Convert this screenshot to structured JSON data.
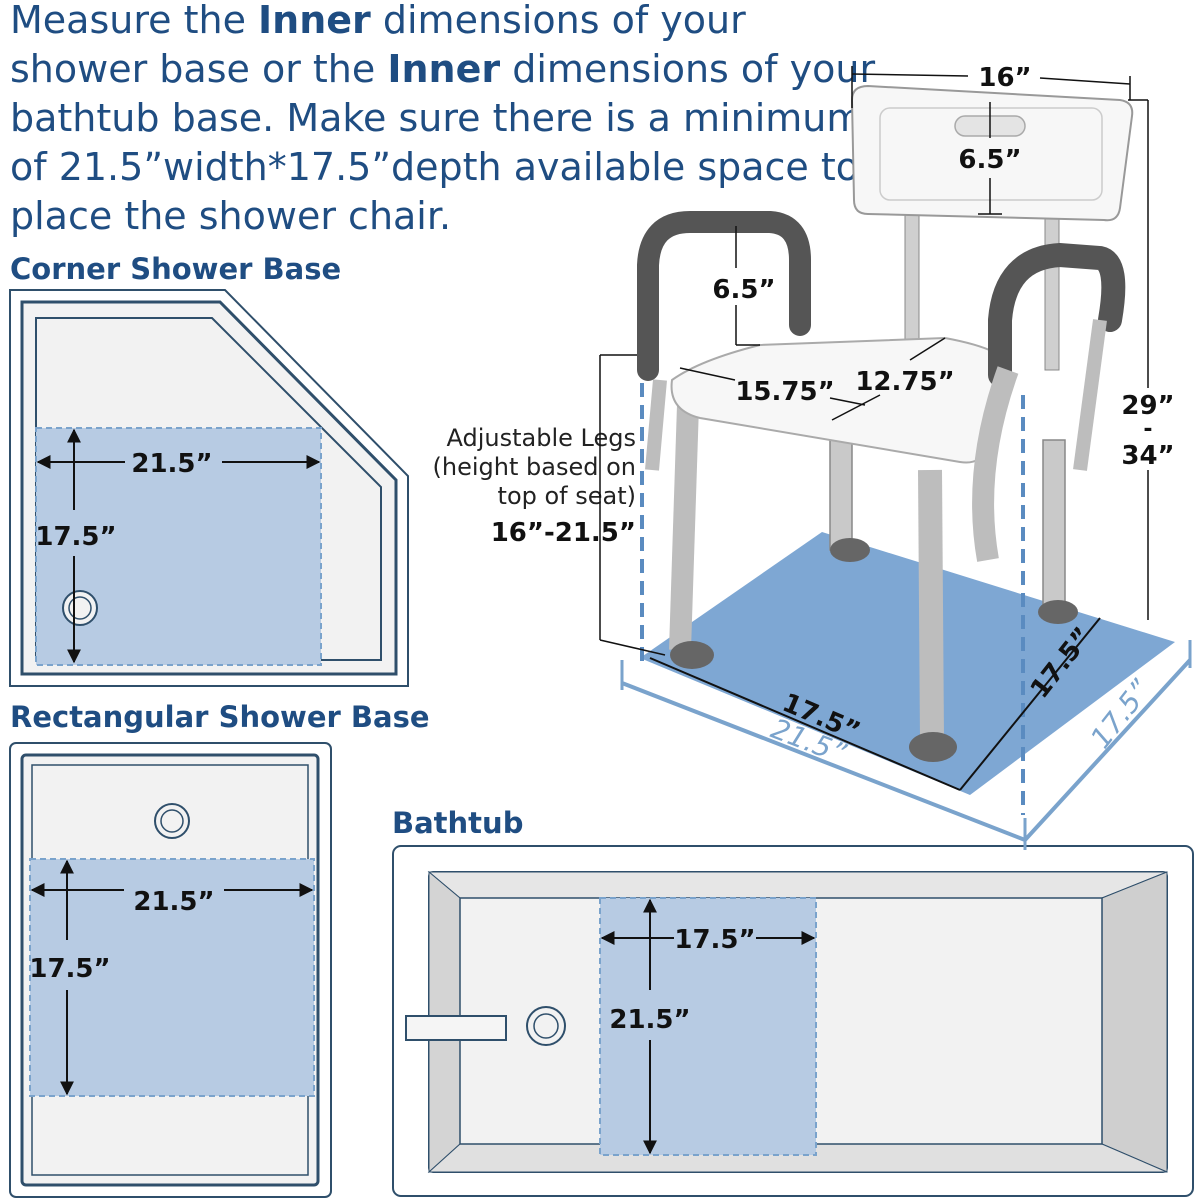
{
  "intro": {
    "part1": "Measure the ",
    "bold1": "Inner",
    "part2": " dimensions of your shower base or the ",
    "bold2": "Inner",
    "part3": " dimensions of your bathtub base. Make sure there is a minimum of 21.5”width*17.5”depth available space to place the shower chair."
  },
  "headings": {
    "corner": "Corner Shower Base",
    "rectangular": "Rectangular Shower Base",
    "bathtub": "Bathtub"
  },
  "corner_base": {
    "width": "21.5”",
    "depth": "17.5”"
  },
  "rect_base": {
    "width": "21.5”",
    "depth": "17.5”"
  },
  "bathtub": {
    "width": "17.5”",
    "depth": "21.5”"
  },
  "chair": {
    "back_width": "16”",
    "back_height": "6.5”",
    "arm_height": "6.5”",
    "seat_width": "15.75”",
    "seat_depth": "12.75”",
    "total_height_min": "29”",
    "total_height_dash": "-",
    "total_height_max": "34”",
    "leg_width": "17.5”",
    "leg_depth": "17.5”",
    "floor_width": "21.5”",
    "floor_depth": "17.5”"
  },
  "legs_note": {
    "line1": "Adjustable Legs",
    "line2": "(height based on",
    "line3": "top of seat)",
    "range": "16”-21.5”"
  },
  "colors": {
    "title_blue": "#1f4d82",
    "outline": "#2f4f6b",
    "area_fill": "#b7cbe3",
    "floor_fill": "#7ea7d3",
    "base_fill": "#f2f2f2",
    "light_blue_line": "#7aa3cc"
  }
}
